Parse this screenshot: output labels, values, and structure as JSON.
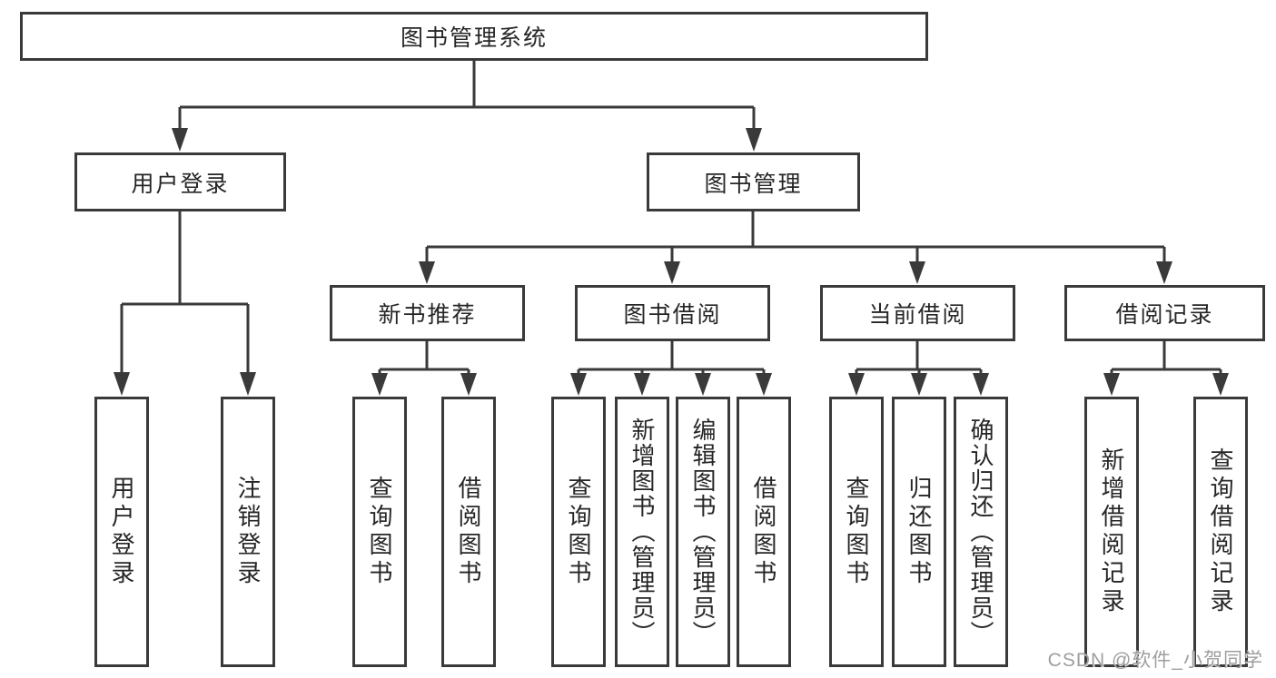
{
  "tree": {
    "root": {
      "label": "图书管理系统",
      "children": [
        {
          "label": "用户登录",
          "children": [
            {
              "label": "用户登录"
            },
            {
              "label": "注销登录"
            }
          ]
        },
        {
          "label": "图书管理",
          "children": [
            {
              "label": "新书推荐",
              "children": [
                {
                  "label": "查询图书"
                },
                {
                  "label": "借阅图书"
                }
              ]
            },
            {
              "label": "图书借阅",
              "children": [
                {
                  "label": "查询图书"
                },
                {
                  "label": "新增图书（管理员）"
                },
                {
                  "label": "编辑图书（管理员）"
                },
                {
                  "label": "借阅图书"
                }
              ]
            },
            {
              "label": "当前借阅",
              "children": [
                {
                  "label": "查询图书"
                },
                {
                  "label": "归还图书"
                },
                {
                  "label": "确认归还（管理员）"
                }
              ]
            },
            {
              "label": "借阅记录",
              "children": [
                {
                  "label": "新增借阅记录"
                },
                {
                  "label": "查询借阅记录"
                }
              ]
            }
          ]
        }
      ]
    }
  },
  "watermark": "CSDN @软件_小贺同学",
  "colors": {
    "line": "#3a3a3a",
    "text": "#262626",
    "box_background": "#ffffff",
    "page_background": "#ffffff",
    "watermark": "#9e9e9e"
  }
}
